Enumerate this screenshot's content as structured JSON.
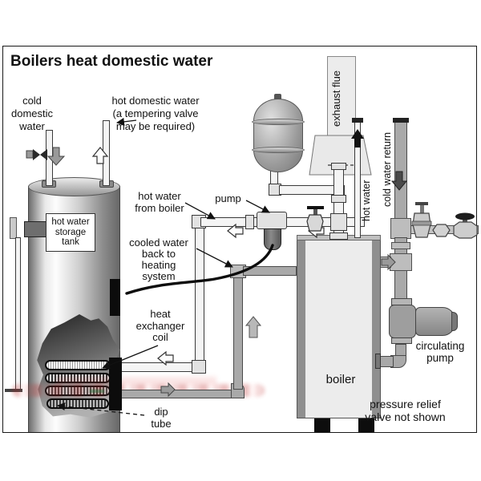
{
  "title": "Boilers heat domestic water",
  "labels": {
    "cold_domestic_water": "cold\ndomestic\nwater",
    "hot_domestic_water": "hot domestic water\n(a tempering valve\nmay be required)",
    "storage_tank": "hot water\nstorage\ntank",
    "hot_water_from_boiler": "hot water\nfrom boiler",
    "pump": "pump",
    "exhaust_flue": "exhaust flue",
    "hot_water": "hot water",
    "cold_water_return": "cold water return",
    "cooled_water_return": "cooled water\nback to\nheating\nsystem",
    "heat_exchanger_coil": "heat\nexchanger\ncoil",
    "dip_tube": "dip\ntube",
    "boiler": "boiler",
    "circulating_pump": "circulating\npump",
    "pressure_relief_note": "pressure relief\nvalve not shown"
  },
  "icons": {
    "flow_arrows": [
      "flow-down-icon",
      "flow-up-icon",
      "flow-left-icon",
      "flow-right-icon"
    ],
    "valves": [
      "gate-valve-icon",
      "globe-valve-icon",
      "pressure-reducing-valve-icon",
      "check-valve-icon"
    ]
  },
  "colors": {
    "outline": "#1a1a1a",
    "pipe_light": "#f4f4f4",
    "pipe_gray": "#a9a9a9",
    "metal_gray": "#8f8f8f",
    "boiler_face": "#ececec",
    "watermark_red": "#c23c3c"
  }
}
